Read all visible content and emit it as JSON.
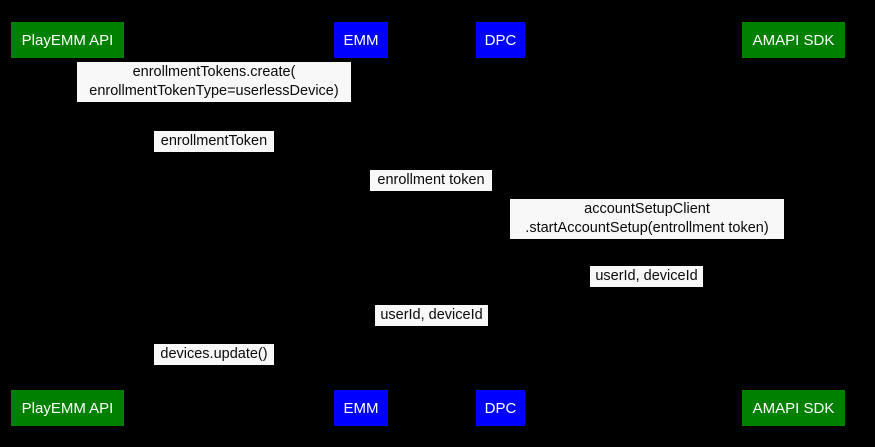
{
  "diagram": {
    "type": "uml-sequence-diagram",
    "background_color": "#000000",
    "label_background_color": "#f8f8f8",
    "label_text_color": "#0a0a0a"
  },
  "participants": [
    {
      "name": "PlayEMM API",
      "color": "#008000",
      "text_color": "#ffffff"
    },
    {
      "name": "EMM",
      "color": "#0000ff",
      "text_color": "#ffffff"
    },
    {
      "name": "DPC",
      "color": "#0000ff",
      "text_color": "#ffffff"
    },
    {
      "name": "AMAPI SDK",
      "color": "#008000",
      "text_color": "#ffffff"
    }
  ],
  "messages": [
    {
      "label": "enrollmentTokens.create(\nenrollmentTokenType=userlessDevice)",
      "from": "EMM",
      "to": "PlayEMM API"
    },
    {
      "label": "enrollmentToken",
      "from": "PlayEMM API",
      "to": "EMM"
    },
    {
      "label": "enrollment token",
      "from": "EMM",
      "to": "DPC"
    },
    {
      "label": "accountSetupClient\n.startAccountSetup(entrollment token)",
      "from": "DPC",
      "to": "AMAPI SDK"
    },
    {
      "label": "userId, deviceId",
      "from": "AMAPI SDK",
      "to": "DPC"
    },
    {
      "label": "userId, deviceId",
      "from": "DPC",
      "to": "EMM"
    },
    {
      "label": "devices.update()",
      "from": "EMM",
      "to": "PlayEMM API"
    }
  ]
}
